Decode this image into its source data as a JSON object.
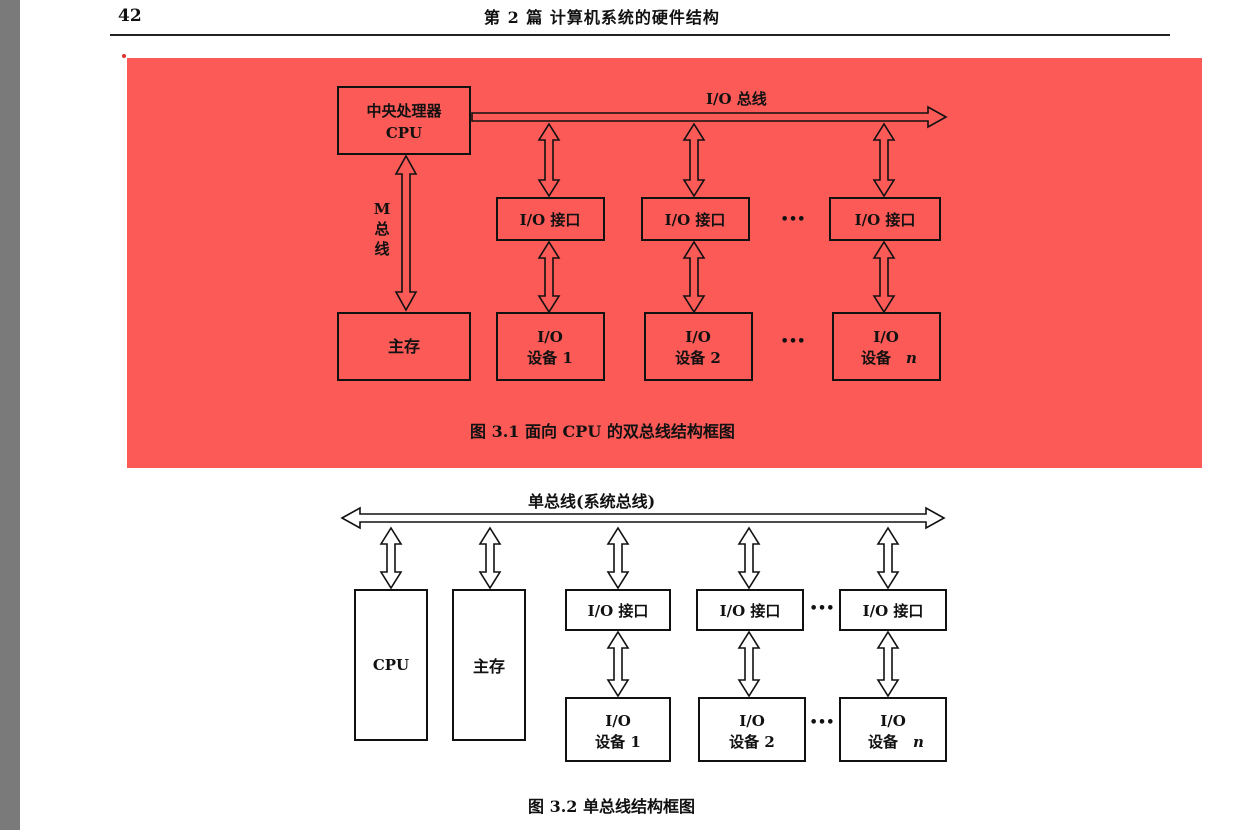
{
  "header": {
    "page_number": "42",
    "running_title": "第 2 篇   计算机系统的硬件结构"
  },
  "figure1": {
    "cpu_line1": "中央处理器",
    "cpu_line2": "CPU",
    "io_bus_label": "I/O 总线",
    "m_bus_label": "M",
    "m_bus_label_2": "总",
    "m_bus_label_3": "线",
    "interface_label": "I/O 接口",
    "memory_label": "主存",
    "device_line1": "I/O",
    "device_1": "设备  1",
    "device_2": "设备  2",
    "device_n": "设备",
    "device_n_var": "n",
    "ellipsis": "•••",
    "caption": "图 3.1    面向 CPU 的双总线结构框图"
  },
  "figure2": {
    "bus_label": "单总线(系统总线)",
    "cpu_label": "CPU",
    "memory_label": "主存",
    "interface_label": "I/O 接口",
    "device_line1": "I/O",
    "device_1": "设备  1",
    "device_2": "设备  2",
    "device_n": "设备",
    "device_n_var": "n",
    "ellipsis": "•••",
    "caption": "图 3.2    单总线结构框图"
  },
  "colors": {
    "highlight": "#fc5a57",
    "ink": "#111111",
    "left_strip": "#7a7a7a"
  }
}
